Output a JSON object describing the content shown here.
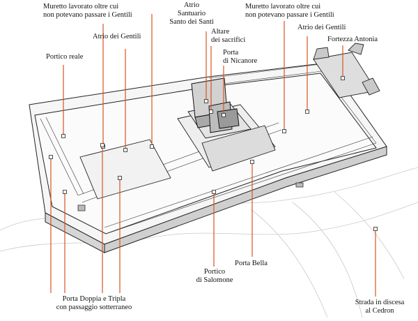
{
  "labels": {
    "muretto_left": "Muretto lavorato oltre cui\nnon potevano passare i Gentili",
    "atrio_santuario": "Atrio\nSantuario\nSanto dei Santi",
    "altare": "Altare\ndei sacrifici",
    "porta_nicanore": "Porta\ndi Nicanore",
    "muretto_right": "Muretto lavorato oltre cui\nnon potevano passare i Gentili",
    "atrio_gentili_left": "Atrio dei Gentili",
    "atrio_gentili_right": "Atrio dei Gentili",
    "fortezza": "Fortezza Antonia",
    "portico_reale": "Portico reale",
    "porta_bella": "Porta Bella",
    "portico_salomone": "Portico\ndi Salomone",
    "porta_doppia": "Porta Doppia e Tripla\ncon passaggio sotterraneo",
    "strada": "Strada in discesa\nal Cedron"
  },
  "colors": {
    "leader": "#d9531e",
    "ink": "#222222"
  }
}
